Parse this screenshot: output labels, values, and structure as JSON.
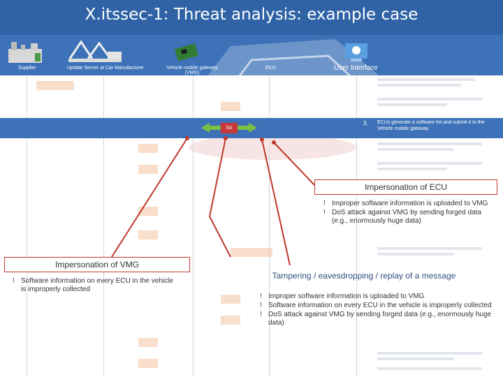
{
  "title": "X.itssec-1: Threat analysis: example case",
  "actors": {
    "supplier": "Supplier",
    "update_server": "Update Server at Car-Manufacturer",
    "vmg": "Vehicle mobile gateway (VMG)",
    "ecu": "ECU",
    "user_interface": "User Interface"
  },
  "highlight_step": {
    "number": "3.",
    "text": "ECUs generate a software list and submit it to the Vehicle mobile gateway.",
    "box_label": "list"
  },
  "callouts": {
    "ecu": {
      "title": "Impersonation of ECU",
      "bullets": [
        "Improper software information is uploaded to VMG",
        "DoS attack against VMG by sending forged data (e.g., enormously huge data)"
      ]
    },
    "vmg": {
      "title": "Impersonation of VMG",
      "bullets": [
        "Software information on every ECU in the vehicle is improperly collected"
      ]
    },
    "tamper": {
      "title": "Tampering / eavesdropping / replay of a message",
      "bullets": [
        "Improper software information is uploaded to VMG",
        "Software information on every ECU in the vehicle is improperly collected",
        "DoS attack against VMG by sending forged data (e.g., enormously huge data)"
      ]
    }
  },
  "bullet_symbol": "!",
  "colors": {
    "header": "#2f63a6",
    "highlight": "#3d72b8",
    "callout_border": "#c0392b",
    "list_box": "#c8383a"
  }
}
